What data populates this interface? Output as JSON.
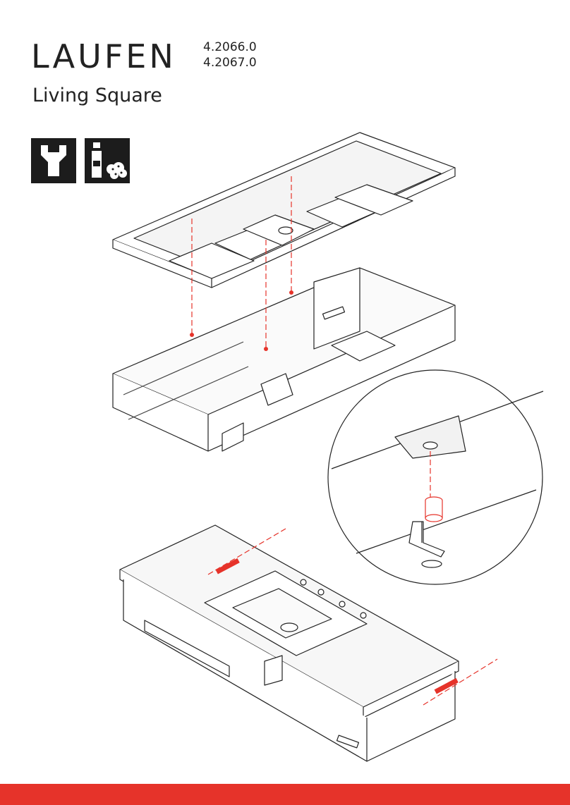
{
  "header": {
    "brand": "LAUFEN",
    "codes": [
      "4.2066.0",
      "4.2067.0"
    ],
    "product": "Living Square"
  },
  "icons": [
    "wrench-icon",
    "cleaning-bottle-sponge-icon"
  ],
  "colors": {
    "accent": "#e6332a",
    "ink": "#222222",
    "icon_bg": "#1c1c1c"
  }
}
